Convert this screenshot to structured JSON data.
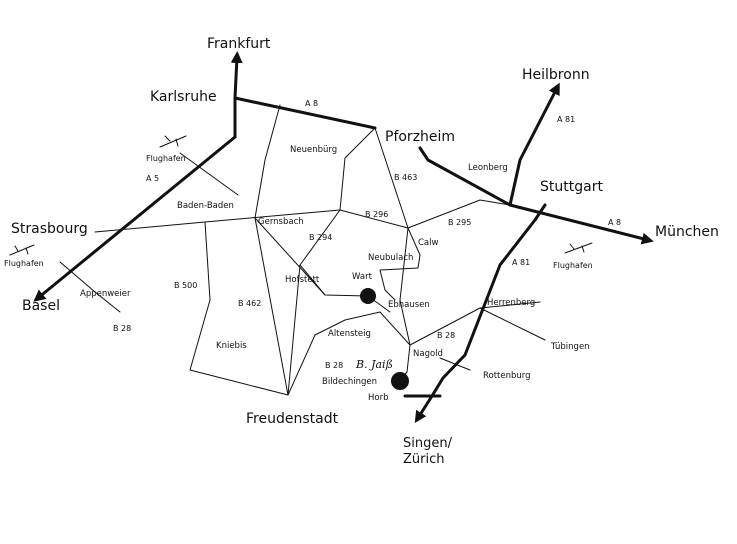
{
  "cities": {
    "frankfurt": "Frankfurt",
    "karlsruhe": "Karlsruhe",
    "heilbronn": "Heilbronn",
    "pforzheim": "Pforzheim",
    "stuttgart": "Stuttgart",
    "muenchen": "München",
    "strasbourg": "Strasbourg",
    "basel": "Basel",
    "freudenstadt": "Freudenstadt",
    "singen_1": "Singen/",
    "singen_2": "Zürich"
  },
  "towns": {
    "neuenbuerg": "Neuenbürg",
    "leonberg": "Leonberg",
    "baden_baden": "Baden-Baden",
    "gernsbach": "Gernsbach",
    "calw": "Calw",
    "neubulach": "Neubulach",
    "wart": "Wart",
    "hofstett": "Hofstett",
    "ebhausen": "Ebhausen",
    "herrenberg": "Herrenberg",
    "appenweier": "Appenweier",
    "altensteig": "Altensteig",
    "tuebingen": "Tübingen",
    "kniebis": "Kniebis",
    "nagold": "Nagold",
    "rottenburg": "Rottenburg",
    "bildechingen": "Bildechingen",
    "horb": "Horb"
  },
  "roads": {
    "a8_west": "A 8",
    "a8_east": "A 8",
    "a81_north": "A 81",
    "a81_south": "A 81",
    "a5": "A 5",
    "b463": "B 463",
    "b296": "B 296",
    "b295": "B 295",
    "b294": "B 294",
    "b500": "B 500",
    "b462": "B 462",
    "b28_west": "B 28",
    "b28_nagold": "B 28",
    "b28_south": "B 28"
  },
  "airports": {
    "karlsruhe": "Flughafen",
    "strasbourg": "Flughafen",
    "stuttgart": "Flughafen"
  },
  "brand_label": "B. Jaiß"
}
